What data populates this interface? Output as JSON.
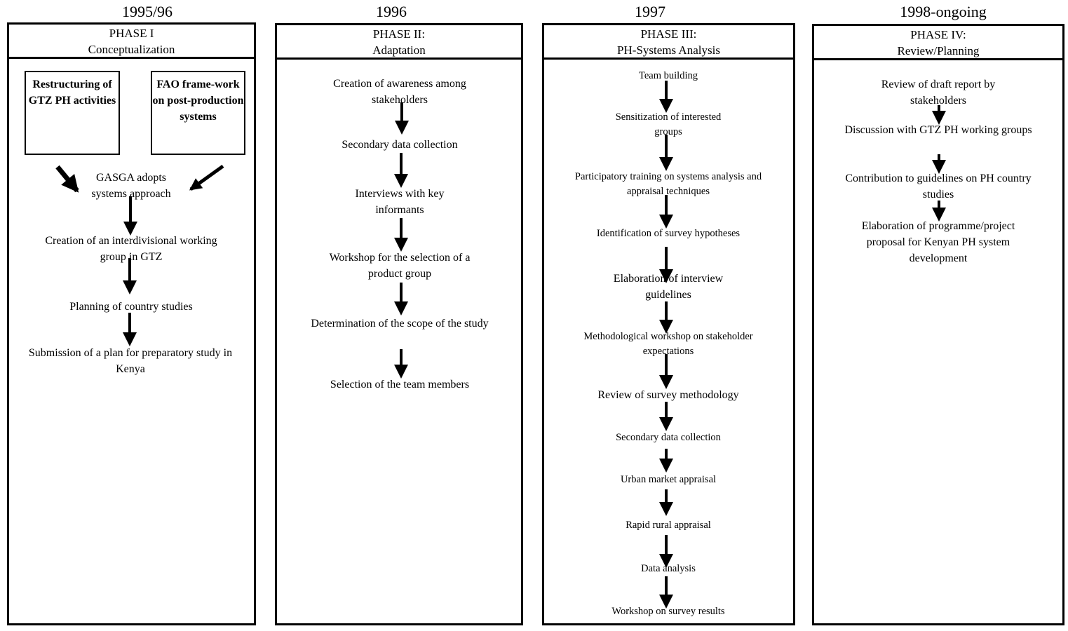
{
  "years": [
    "1995/96",
    "1996",
    "1997",
    "1998-ongoing"
  ],
  "phases": [
    {
      "title": "PHASE I",
      "subtitle": "Conceptualization",
      "sources": [
        "Restructuring of GTZ PH activities",
        "FAO frame-work on post-production systems"
      ],
      "steps": [
        "GASGA adopts systems approach",
        "Creation of an interdivisional working group in GTZ",
        "Planning of country studies",
        "Submission of a plan for preparatory study in Kenya"
      ]
    },
    {
      "title": "PHASE II:",
      "subtitle": "Adaptation",
      "steps": [
        "Creation of awareness among stakeholders",
        "Secondary data collection",
        "Interviews with key informants",
        "Workshop for the selection of a product group",
        "Determination of the scope of the study",
        "Selection of the team members"
      ]
    },
    {
      "title": "PHASE III:",
      "subtitle": "PH-Systems Analysis",
      "steps": [
        "Team building",
        "Sensitization of interested groups",
        "Participatory training on systems analysis and appraisal techniques",
        "Identification of survey hypotheses",
        "Elaboration of interview guidelines",
        "Methodological workshop on stakeholder expectations",
        "Review of survey methodology",
        "Secondary data collection",
        "Urban market appraisal",
        "Rapid rural appraisal",
        "Data analysis",
        "Workshop on survey results"
      ]
    },
    {
      "title": "PHASE IV:",
      "subtitle": "Review/Planning",
      "steps": [
        "Review of draft report by stakeholders",
        "Discussion with GTZ PH working groups",
        "Contribution to guidelines on PH country studies",
        "Elaboration of programme/project proposal for Kenyan PH system development"
      ]
    }
  ]
}
